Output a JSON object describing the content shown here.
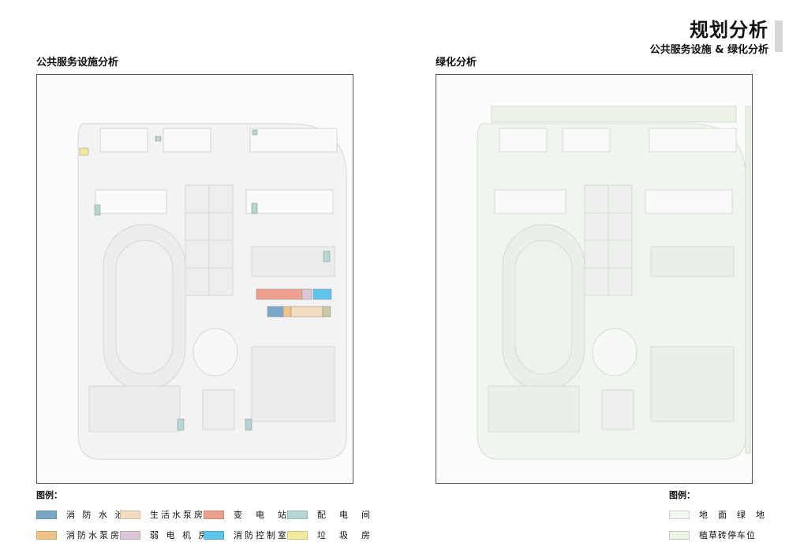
{
  "header": {
    "title": "规划分析",
    "subtitle": "公共服务设施 & 绿化分析"
  },
  "left_panel": {
    "title": "公共服务设施分析"
  },
  "right_panel": {
    "title": "绿化分析"
  },
  "left_legend": {
    "title": "图例：",
    "items": [
      {
        "label": "消 防 水 池",
        "color": "#7aa7c7"
      },
      {
        "label": "生活水泵房",
        "color": "#f3dcc0"
      },
      {
        "label": "变　电　站",
        "color": "#eda18c"
      },
      {
        "label": "配　电　间",
        "color": "#b3d6d2"
      },
      {
        "label": "消防水泵房",
        "color": "#efc489"
      },
      {
        "label": "弱 电 机 房",
        "color": "#dcc7d6"
      },
      {
        "label": "消防控制室",
        "color": "#5dc4ea"
      },
      {
        "label": "垃　圾　房",
        "color": "#f1ea9c"
      }
    ]
  },
  "right_legend": {
    "title": "图例：",
    "items": [
      {
        "label": "地　面　绿　地",
        "color": "#f4f8f2"
      },
      {
        "label": "植草砖停车位",
        "color": "#eaf3e6"
      }
    ]
  }
}
